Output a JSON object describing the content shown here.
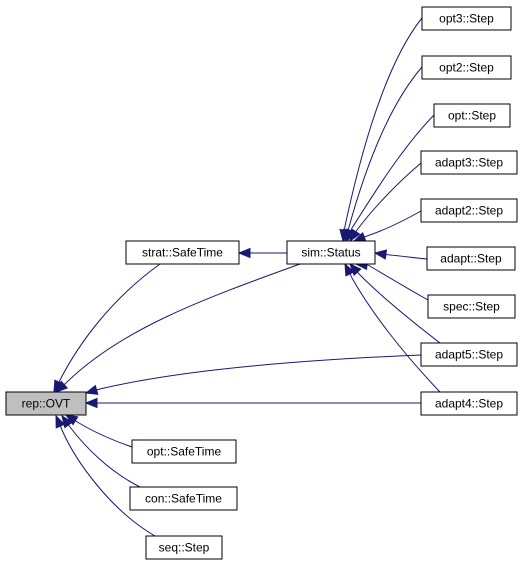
{
  "diagram": {
    "nodes": {
      "rep_ovt": "rep::OVT",
      "opt_safetime": "opt::SafeTime",
      "con_safetime": "con::SafeTime",
      "seq_step": "seq::Step",
      "strat_safetime": "strat::SafeTime",
      "sim_status": "sim::Status",
      "opt3_step": "opt3::Step",
      "opt2_step": "opt2::Step",
      "opt_step": "opt::Step",
      "adapt3_step": "adapt3::Step",
      "adapt2_step": "adapt2::Step",
      "adapt_step": "adapt::Step",
      "spec_step": "spec::Step",
      "adapt5_step": "adapt5::Step",
      "adapt4_step": "adapt4::Step"
    },
    "edges": [
      {
        "from": "opt_safetime",
        "to": "rep_ovt"
      },
      {
        "from": "con_safetime",
        "to": "rep_ovt"
      },
      {
        "from": "seq_step",
        "to": "rep_ovt"
      },
      {
        "from": "strat_safetime",
        "to": "rep_ovt"
      },
      {
        "from": "sim_status",
        "to": "rep_ovt"
      },
      {
        "from": "adapt5_step",
        "to": "rep_ovt"
      },
      {
        "from": "adapt4_step",
        "to": "rep_ovt"
      },
      {
        "from": "sim_status",
        "to": "strat_safetime"
      },
      {
        "from": "opt3_step",
        "to": "sim_status"
      },
      {
        "from": "opt2_step",
        "to": "sim_status"
      },
      {
        "from": "opt_step",
        "to": "sim_status"
      },
      {
        "from": "adapt3_step",
        "to": "sim_status"
      },
      {
        "from": "adapt2_step",
        "to": "sim_status"
      },
      {
        "from": "adapt_step",
        "to": "sim_status"
      },
      {
        "from": "spec_step",
        "to": "sim_status"
      },
      {
        "from": "adapt5_step",
        "to": "sim_status"
      },
      {
        "from": "adapt4_step",
        "to": "sim_status"
      }
    ],
    "root_node": "rep_ovt",
    "colors": {
      "edge": "#191970",
      "root_fill": "#bfbfbf",
      "node_fill": "#ffffff"
    }
  }
}
